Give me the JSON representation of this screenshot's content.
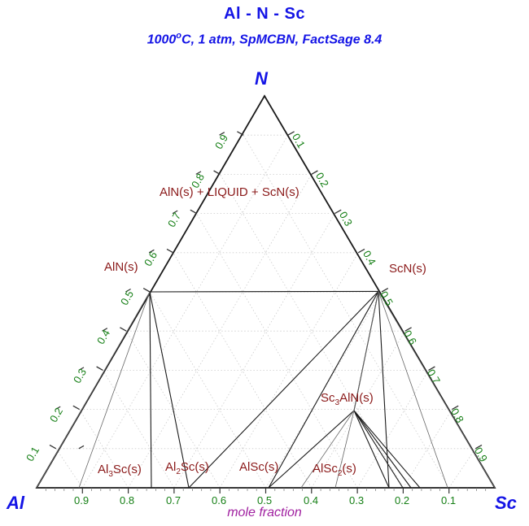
{
  "header": {
    "title": "Al - N - Sc",
    "subtitle_pre": "1000",
    "subtitle_deg": "o",
    "subtitle_post": "C, 1 atm, SpMCBN, FactSage 8.4",
    "subtitle_full": "1000°C, 1 atm, SpMCBN, FactSage 8.4",
    "title_color": "#1414e6"
  },
  "axes": {
    "apex_top": "N",
    "apex_left": "Al",
    "apex_right": "Sc",
    "axis_caption": "mole fraction",
    "axis_caption_color": "#a020a0",
    "tick_color": "#157f15",
    "bottom_ticks": [
      "0.9",
      "0.8",
      "0.7",
      "0.6",
      "0.5",
      "0.4",
      "0.3",
      "0.2",
      "0.1"
    ],
    "left_ticks": [
      "0.1",
      "0.2",
      "0.3",
      "0.4",
      "0.5",
      "0.6",
      "0.7",
      "0.8",
      "0.9"
    ],
    "right_ticks": [
      "0.1",
      "0.2",
      "0.3",
      "0.4",
      "0.5",
      "0.6",
      "0.7",
      "0.8",
      "0.9"
    ]
  },
  "labels": {
    "region_top": "AlN(s) + LIQUID + ScN(s)",
    "aln": "AlN(s)",
    "scn": "ScN(s)",
    "sc3aln_pre": "Sc",
    "sc3aln_sub": "3",
    "sc3aln_post": "AlN(s)",
    "al3sc_pre": "Al",
    "al3sc_sub": "3",
    "al3sc_post": "Sc(s)",
    "al2sc_pre": "Al",
    "al2sc_sub": "2",
    "al2sc_post": "Sc(s)",
    "alsc": "AlSc(s)",
    "alsc2_pre": "AlSc",
    "alsc2_sub": "2",
    "alsc2_post": "(s)",
    "phase_color": "#8b1a1a"
  },
  "chart_data": {
    "type": "ternary-phase-diagram",
    "title": "Al - N - Sc",
    "subtitle": "1000°C, 1 atm, SpMCBN, FactSage 8.4",
    "components": [
      "Al",
      "N",
      "Sc"
    ],
    "axis_label": "mole fraction",
    "tick_values": [
      0.1,
      0.2,
      0.3,
      0.4,
      0.5,
      0.6,
      0.7,
      0.8,
      0.9
    ],
    "grid": true,
    "vertices_mole_fraction": {
      "AlN(s)": {
        "Al": 0.5,
        "N": 0.5,
        "Sc": 0.0
      },
      "ScN(s)": {
        "Al": 0.0,
        "N": 0.5,
        "Sc": 0.5
      },
      "Sc3AlN(s)": {
        "Al": 0.2,
        "N": 0.2,
        "Sc": 0.6
      },
      "Al3Sc(s)": {
        "Al": 0.75,
        "N": 0.0,
        "Sc": 0.25
      },
      "Al2Sc(s)": {
        "Al": 0.667,
        "N": 0.0,
        "Sc": 0.333
      },
      "AlSc(s)": {
        "Al": 0.5,
        "N": 0.0,
        "Sc": 0.5
      },
      "AlSc2(s)": {
        "Al": 0.333,
        "N": 0.0,
        "Sc": 0.667
      }
    },
    "regions": [
      {
        "label": "AlN(s) + LIQUID + ScN(s)",
        "position": {
          "Al": 0.27,
          "N": 0.62,
          "Sc": 0.11
        }
      }
    ],
    "phase_labels": [
      "AlN(s)",
      "ScN(s)",
      "Sc3AlN(s)",
      "Al3Sc(s)",
      "Al2Sc(s)",
      "AlSc(s)",
      "AlSc2(s)",
      "AlN(s) + LIQUID + ScN(s)"
    ]
  }
}
